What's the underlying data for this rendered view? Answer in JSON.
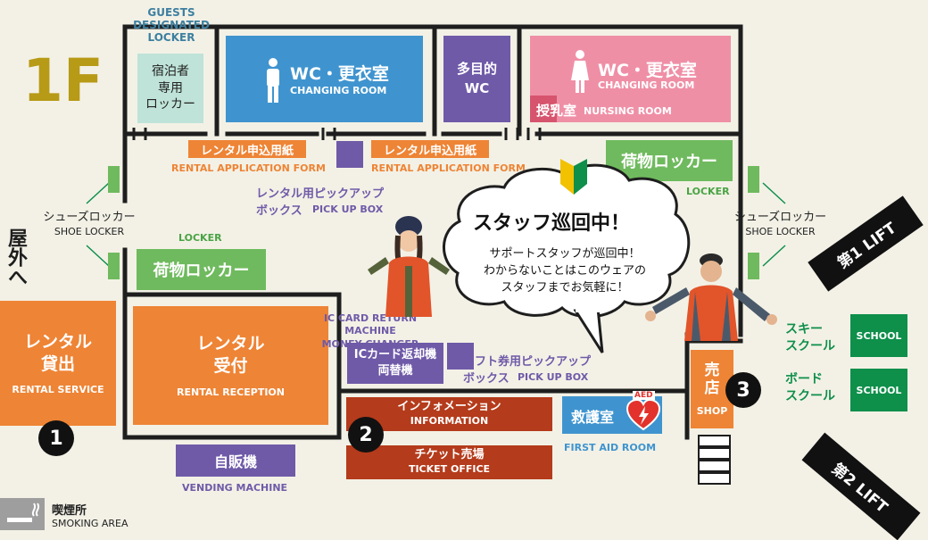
{
  "floor": "1F",
  "colors": {
    "background": "#f3f1e6",
    "wall": "#1e1e1e",
    "orange": "#ee8435",
    "blue": "#3f94cf",
    "purple": "#6f5aa8",
    "pink": "#ef8fa6",
    "mint": "#bfe3d8",
    "green": "#6fba5e",
    "darkgreen": "#0e8f4a",
    "darkred": "#b43b1b",
    "aed_red": "#e2322b",
    "gold": "#b79a16"
  },
  "exit_outside": "屋外へ",
  "guest_locker": {
    "label_en": "GUESTS DESIGNATED LOCKER",
    "label_jp_1": "宿泊者",
    "label_jp_2": "専用",
    "label_jp_3": "ロッカー"
  },
  "wc_men": {
    "title": "WC・更衣室",
    "subtitle": "CHANGING ROOM"
  },
  "multi_wc": {
    "line1": "多目的",
    "line2": "WC"
  },
  "wc_women": {
    "title": "WC・更衣室",
    "subtitle": "CHANGING ROOM",
    "nursing_jp": "授乳室",
    "nursing_en": "NURSING ROOM"
  },
  "rental_form_1": {
    "jp": "レンタル申込用紙",
    "en": "RENTAL APPLICATION FORM"
  },
  "rental_form_2": {
    "jp": "レンタル申込用紙",
    "en": "RENTAL APPLICATION FORM"
  },
  "rental_pickup": {
    "jp": "レンタル用ピックアップ",
    "jp2": "ボックス",
    "en": "PICK UP BOX"
  },
  "luggage_locker_top": {
    "jp": "荷物ロッカー",
    "en": "LOCKER"
  },
  "luggage_locker_left": {
    "jp": "荷物ロッカー",
    "en": "LOCKER"
  },
  "shoe_locker_left": {
    "jp": "シューズロッカー",
    "en": "SHOE LOCKER"
  },
  "shoe_locker_right": {
    "jp": "シューズロッカー",
    "en": "SHOE LOCKER"
  },
  "rental_service": {
    "jp1": "レンタル",
    "jp2": "貸出",
    "en": "RENTAL SERVICE"
  },
  "rental_reception": {
    "jp1": "レンタル",
    "jp2": "受付",
    "en": "RENTAL RECEPTION"
  },
  "ic_card": {
    "en1": "IC CARD RETURN MACHINE",
    "en2": "MONEY CHANGER",
    "jp1": "ICカード返却機",
    "jp2": "両替機"
  },
  "lift_pickup": {
    "jp": "リフト券用ピックアップ",
    "jp2": "ボックス",
    "en": "PICK UP BOX"
  },
  "information": {
    "jp": "インフォメーション",
    "en": "INFORMATION"
  },
  "ticket_office": {
    "jp": "チケット売場",
    "en": "TICKET OFFICE"
  },
  "first_aid": {
    "jp": "救護室",
    "en": "FIRST AID ROOM",
    "aed": "AED"
  },
  "shop": {
    "jp1": "売",
    "jp2": "店",
    "en": "SHOP"
  },
  "vending": {
    "jp": "自販機",
    "en": "VENDING MACHINE"
  },
  "smoking": {
    "jp": "喫煙所",
    "en": "SMOKING AREA"
  },
  "ski_school": {
    "jp1": "スキー",
    "jp2": "スクール",
    "label": "SCHOOL"
  },
  "board_school": {
    "jp1": "ボード",
    "jp2": "スクール",
    "label": "SCHOOL"
  },
  "lift1": "第1 LIFT",
  "lift2": "第2 LIFT",
  "staff_bubble": {
    "title": "スタッフ巡回中！",
    "line1": "サポートスタッフが巡回中！",
    "line2": "わからないことはこのウェアの",
    "line3": "スタッフまでお気軽に！"
  },
  "markers": [
    "1",
    "2",
    "3"
  ]
}
